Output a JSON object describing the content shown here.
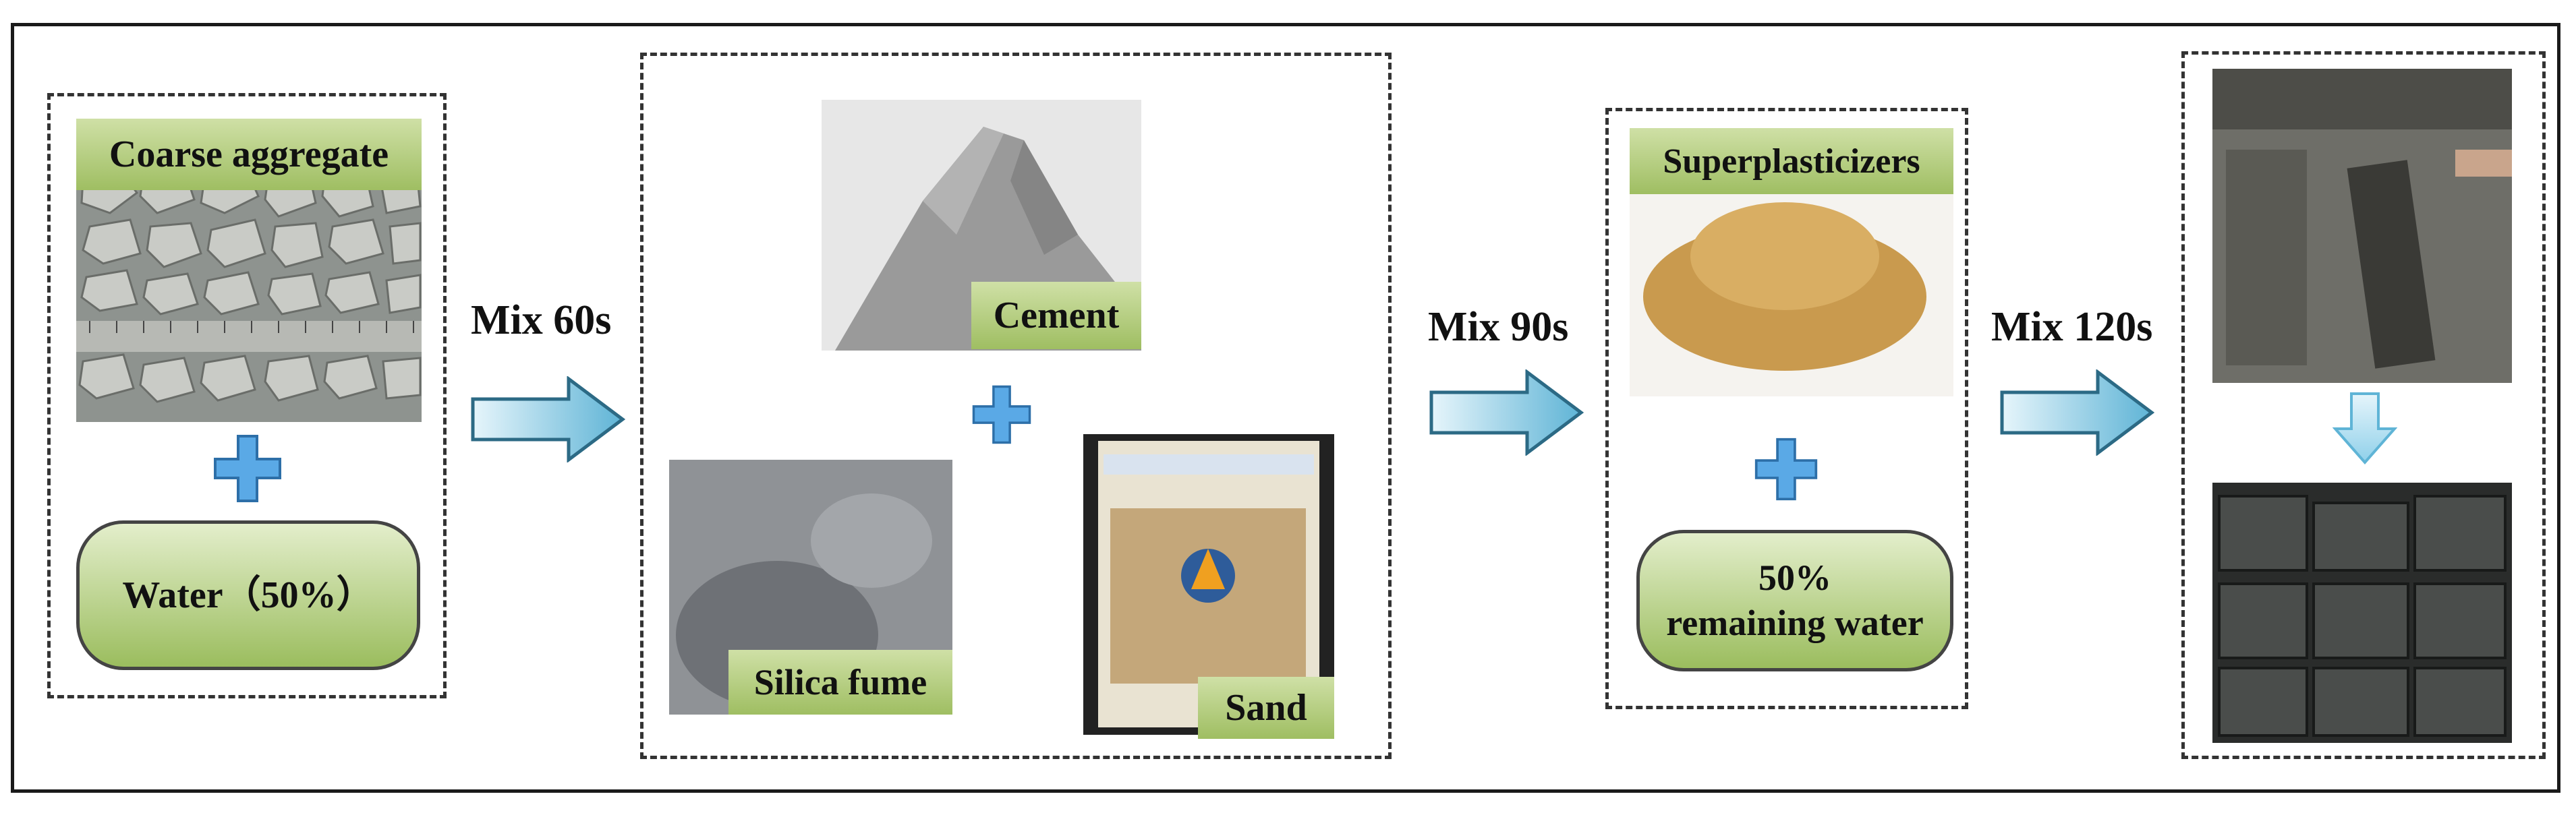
{
  "step1": {
    "aggregate_label": "Coarse aggregate",
    "water_label": "Water（50%）"
  },
  "mix1": {
    "label": "Mix 60s"
  },
  "step2": {
    "cement_label": "Cement",
    "silica_label": "Silica fume",
    "sand_label": "Sand"
  },
  "mix2": {
    "label": "Mix 90s"
  },
  "step3": {
    "super_label": "Superplasticizers",
    "water_line1": "50%",
    "water_line2": "remaining water"
  },
  "mix3": {
    "label": "Mix 120s"
  },
  "colors": {
    "label_green": "#9fbe62",
    "arrow_blue": "#5fb4d6",
    "plus_blue": "#5aa9e6"
  }
}
